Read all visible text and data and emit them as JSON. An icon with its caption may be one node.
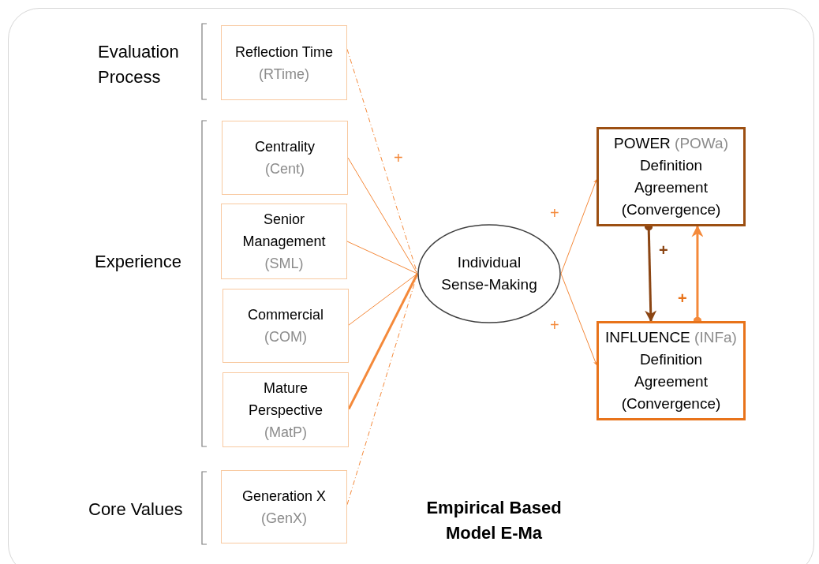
{
  "diagram": {
    "nodes": [
      {
        "text": [
          "Reflection Time",
          "(RTime)"
        ]
      },
      {
        "text": [
          "Centrality",
          "(Cent)"
        ]
      },
      {
        "text": [
          "Senior Management",
          "(SML)"
        ]
      },
      {
        "text": [
          "Commercial",
          "(COM)"
        ]
      },
      {
        "text": [
          "Mature Perspective",
          "(MatP)"
        ]
      },
      {
        "text": [
          "Generation X",
          "(GenX)"
        ]
      },
      {
        "text": [
          "Individual Sense-Making"
        ]
      },
      {
        "text": [
          "POWER",
          "(POWa)",
          "Definition Agreement (Convergence)"
        ]
      },
      {
        "text": [
          "INFLUENCE",
          "(INFa)",
          "Definition Agreement (Convergence)"
        ]
      }
    ],
    "edges": [
      {
        "from": 0,
        "to": 6,
        "arrow": "none",
        "style": "dashed",
        "label": "+"
      },
      {
        "from": 1,
        "to": 6,
        "arrow": "none"
      },
      {
        "from": 2,
        "to": 6,
        "arrow": "none"
      },
      {
        "from": 3,
        "to": 6,
        "arrow": "none"
      },
      {
        "from": 4,
        "to": 6,
        "arrow": "none",
        "style": "thick"
      },
      {
        "from": 5,
        "to": 6,
        "arrow": "none",
        "style": "dashed"
      },
      {
        "from": 6,
        "to": 7,
        "arrow": "to",
        "label": "+"
      },
      {
        "from": 6,
        "to": 8,
        "arrow": "to",
        "label": "+"
      },
      {
        "from": 7,
        "to": 8,
        "arrow": "to",
        "style": "thick",
        "color": "#8b4513",
        "label": "+"
      },
      {
        "from": 8,
        "to": 7,
        "arrow": "to",
        "style": "thick",
        "label": "+"
      }
    ],
    "labels": [
      "Evaluation Process",
      "Experience",
      "Core Values"
    ],
    "title": "Empirical Based Model E-Ma"
  }
}
